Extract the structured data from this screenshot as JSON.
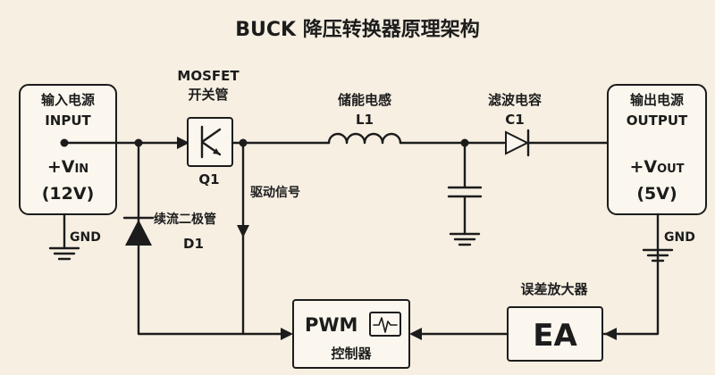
{
  "title": "BUCK 降压转换器原理架构",
  "input": {
    "label_cn": "输入电源",
    "label_en": "INPUT",
    "voltage": "+V",
    "voltage_sub": "IN",
    "value": "(12V)",
    "gnd": "GND"
  },
  "output": {
    "label_cn": "输出电源",
    "label_en": "OUTPUT",
    "voltage": "+V",
    "voltage_sub": "OUT",
    "value": "(5V)",
    "gnd": "GND"
  },
  "mosfet": {
    "label_en": "MOSFET",
    "label_cn": "开关管",
    "ref": "Q1"
  },
  "inductor": {
    "label_cn": "储能电感",
    "ref": "L1"
  },
  "capacitor": {
    "label_cn": "滤波电容",
    "ref": "C1"
  },
  "diode": {
    "label_cn": "续流二极管",
    "ref": "D1"
  },
  "drive": {
    "label_cn": "驱动信号"
  },
  "pwm": {
    "label": "PWM",
    "label_cn": "控制器"
  },
  "ea": {
    "label_cn": "误差放大器",
    "label": "EA"
  }
}
